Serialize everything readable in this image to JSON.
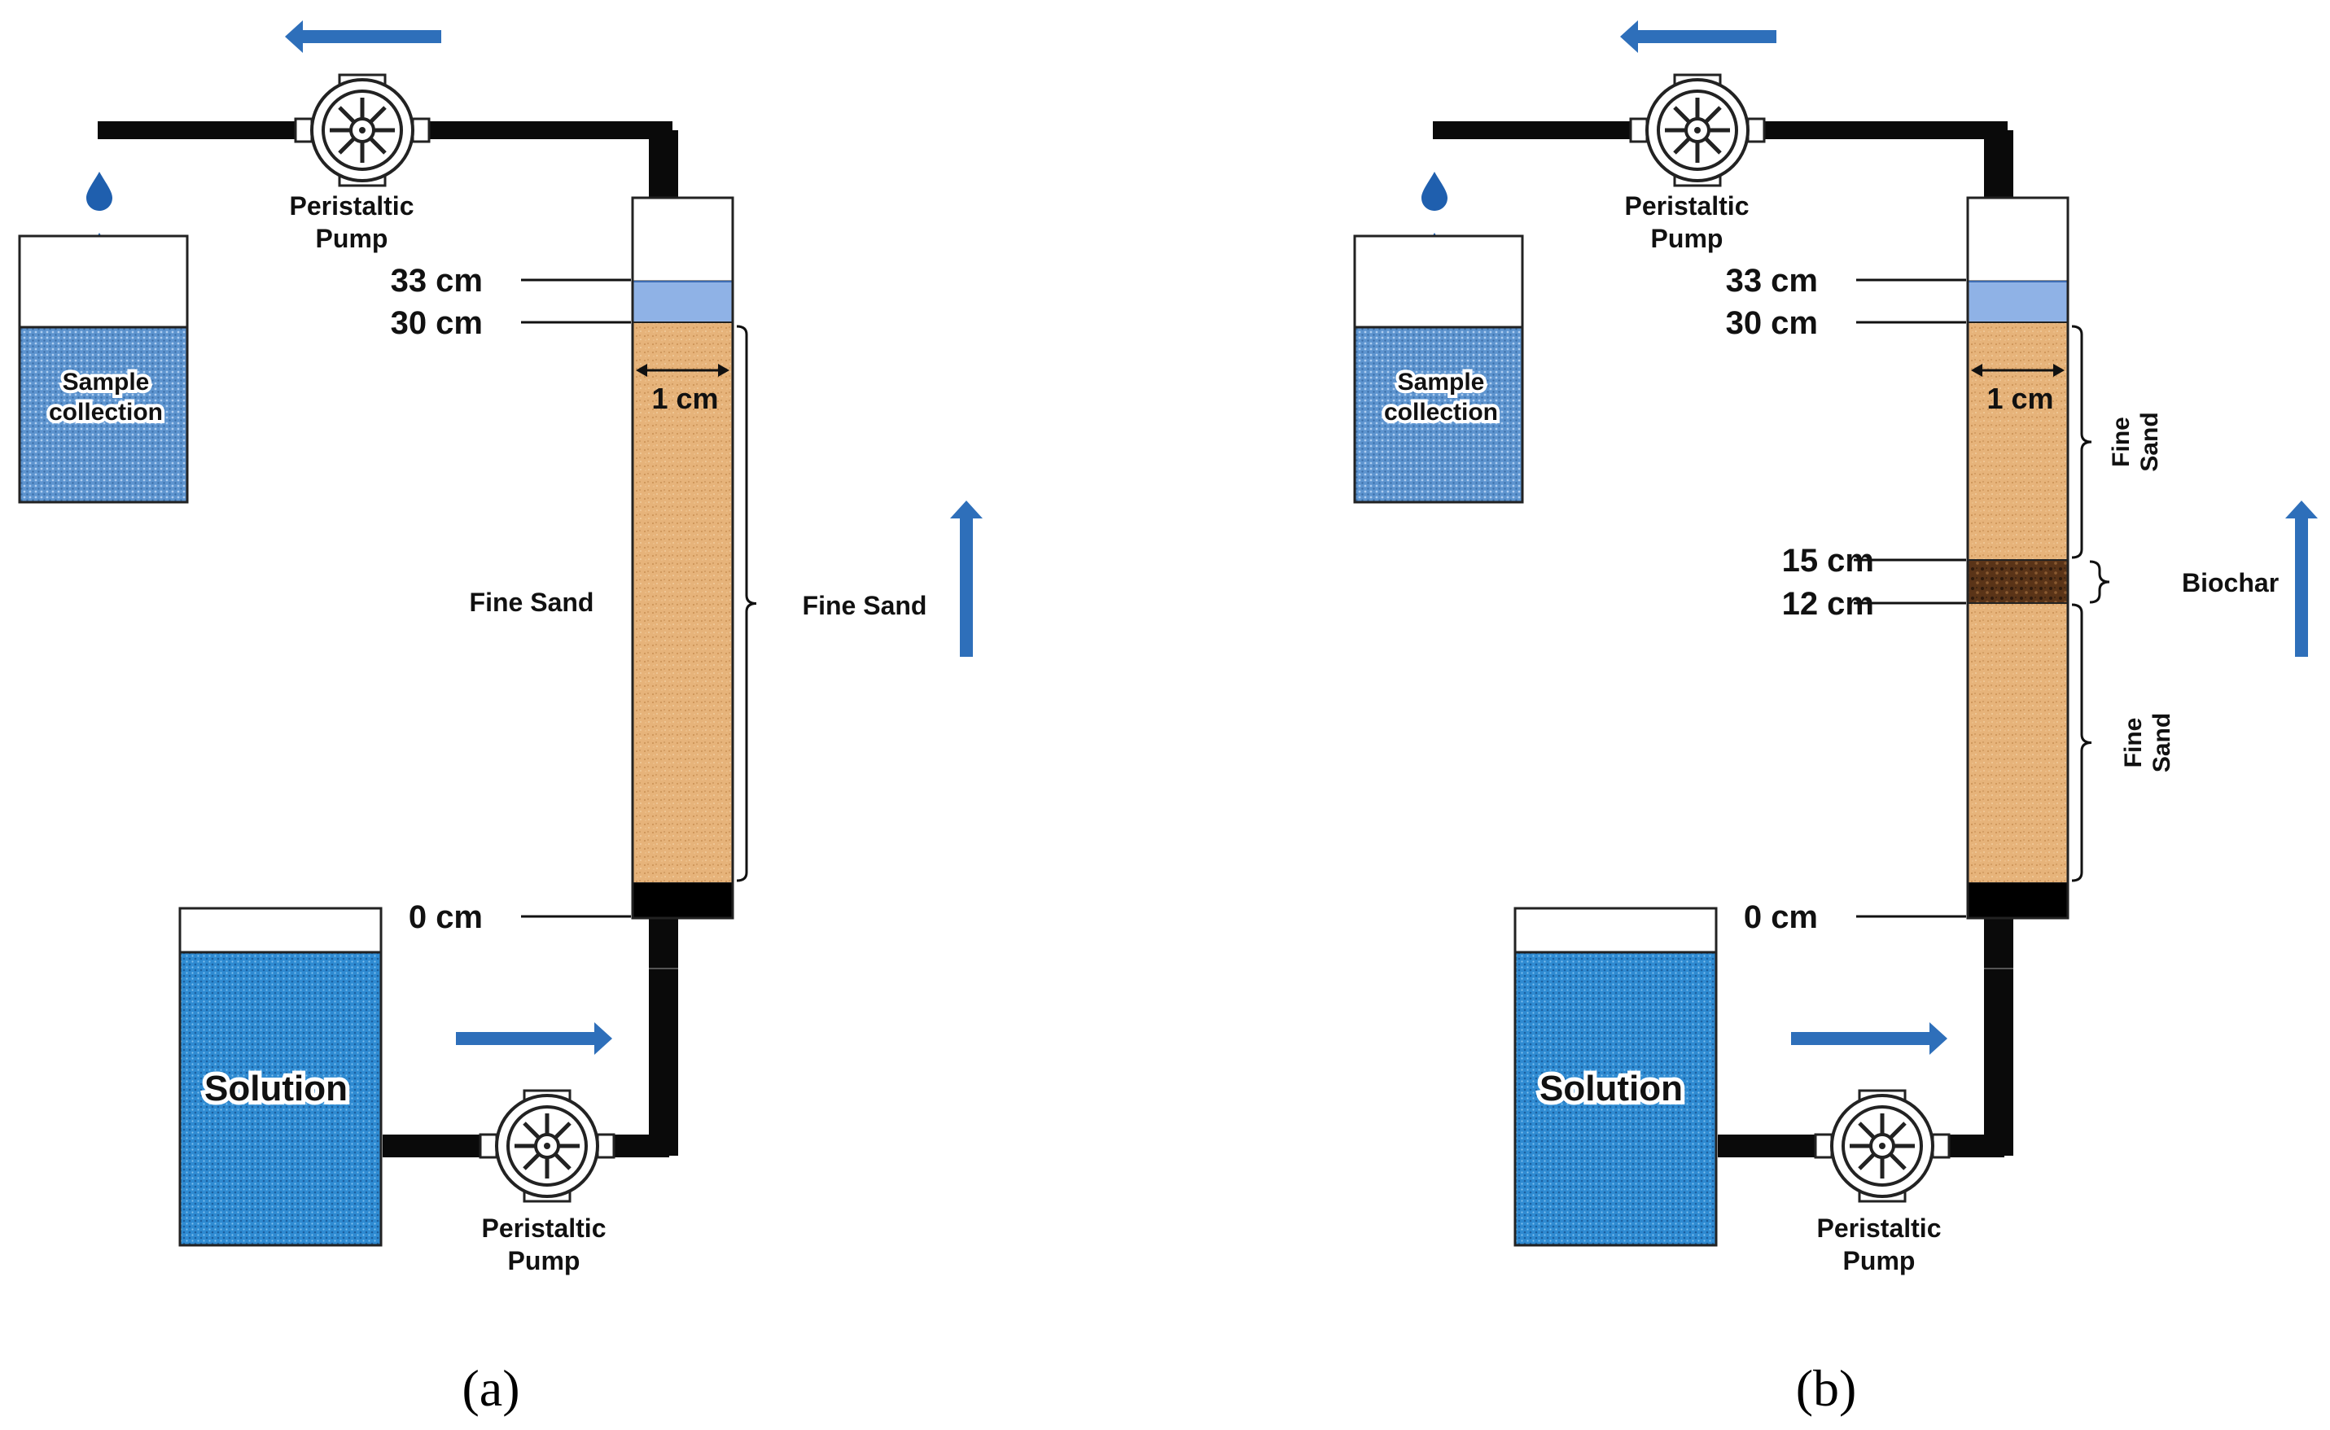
{
  "panels": [
    {
      "id": "a",
      "caption": "(a)",
      "pump_label_line1": "Peristaltic",
      "pump_label_line2": "Pump",
      "collection_label_line1": "Sample",
      "collection_label_line2": "collection",
      "solution_label": "Solution",
      "depth_marks": [
        "33 cm",
        "30 cm",
        "0 cm"
      ],
      "diameter_label": "1 cm",
      "fill_label_left": "Fine Sand",
      "fill_label_right": "Fine Sand"
    },
    {
      "id": "b",
      "caption": "(b)",
      "pump_label_line1": "Peristaltic",
      "pump_label_line2": "Pump",
      "collection_label_line1": "Sample",
      "collection_label_line2": "collection",
      "solution_label": "Solution",
      "depth_marks": [
        "33 cm",
        "30 cm",
        "15 cm",
        "12 cm",
        "0 cm"
      ],
      "diameter_label": "1 cm",
      "layers": [
        "Fine Sand",
        "Biochar",
        "Fine Sand"
      ],
      "upper_layer_label_line1": "Fine",
      "upper_layer_label_line2": "Sand",
      "lower_layer_label_line1": "Fine",
      "lower_layer_label_line2": "Sand",
      "biochar_label": "Biochar"
    }
  ],
  "colors": {
    "tubing": "#0a0a0a",
    "flow_arrow": "#2e6fba",
    "water": "#2f8bd2",
    "headspace_water": "#8fb2e6",
    "sand": "#e6b37a",
    "biochar": "#5a3418",
    "column_cap": "#000000",
    "droplet": "#1f5fae"
  },
  "icons": [
    "peristaltic-pump-icon",
    "water-droplet-icon",
    "flow-arrow-icon"
  ]
}
